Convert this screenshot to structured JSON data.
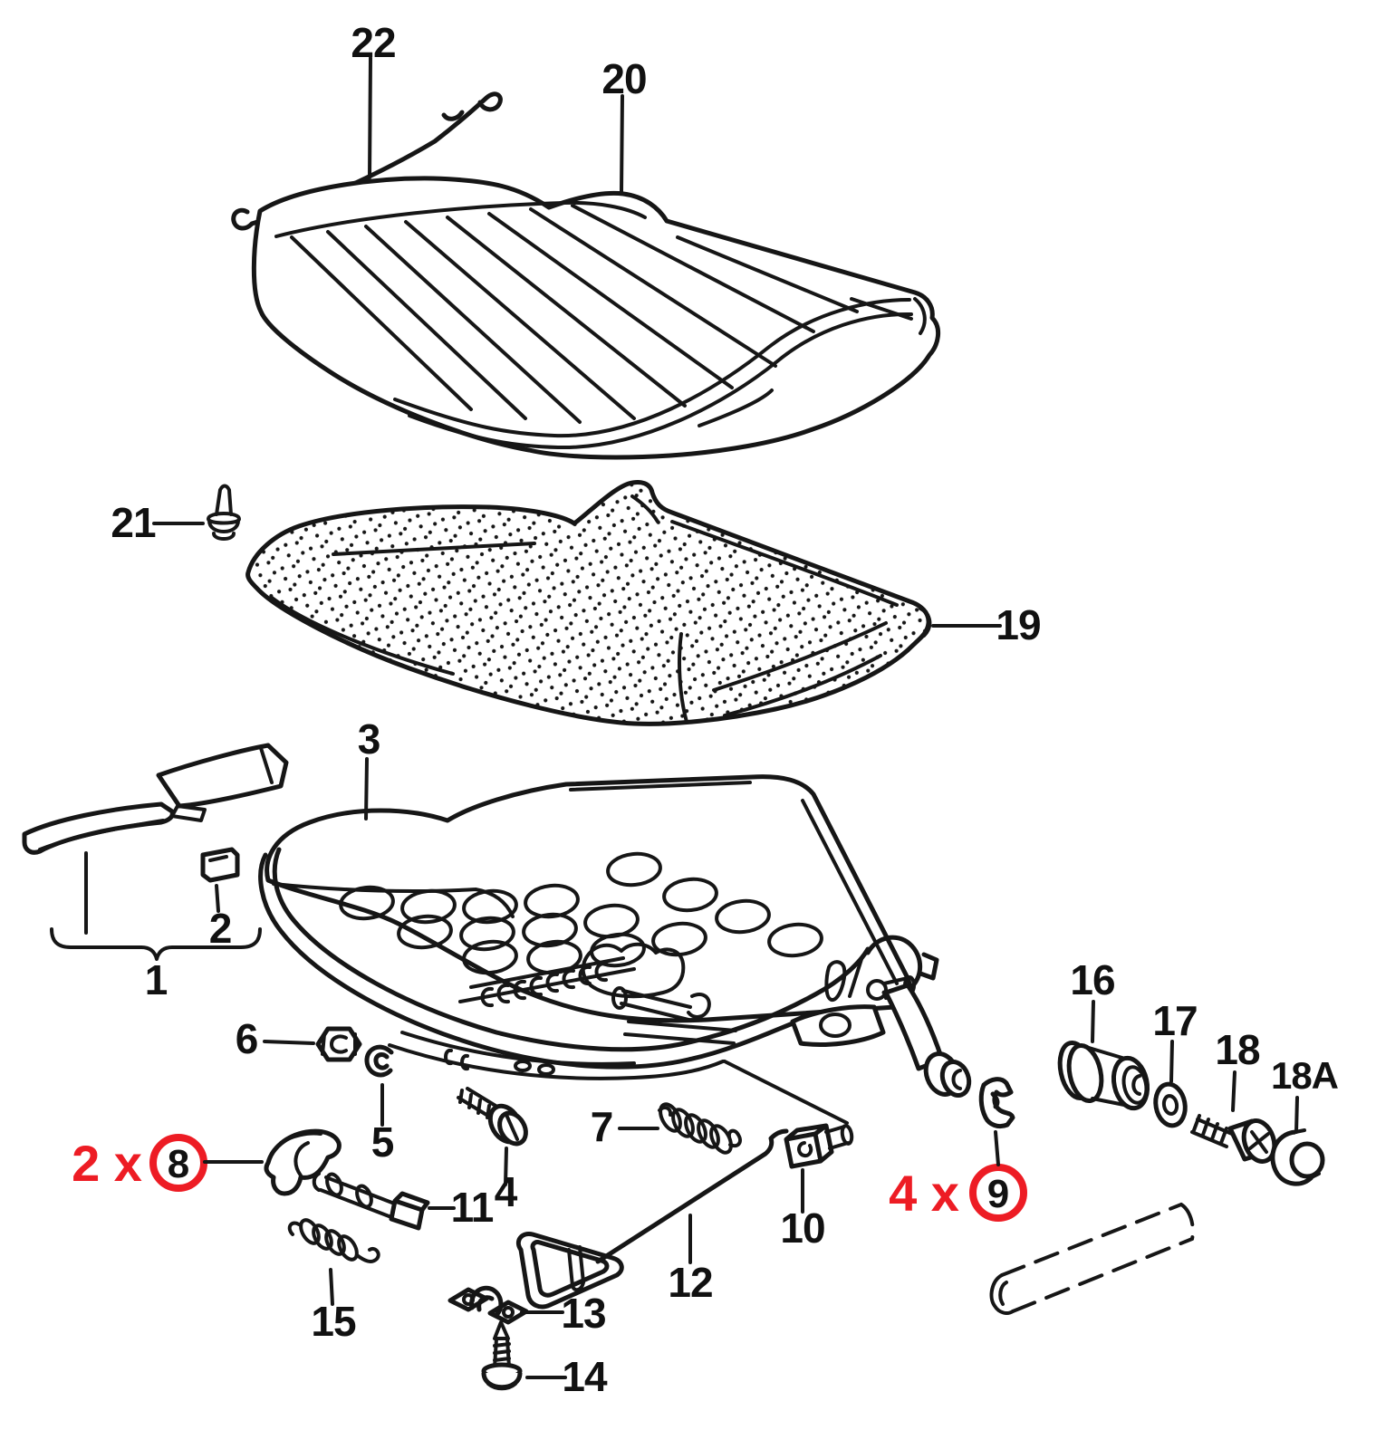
{
  "diagram": {
    "figure": "exploded-view parts diagram of a seat cushion assembly",
    "colors": {
      "background": "#ffffff",
      "line": "#161616",
      "highlight": "#ed1c24"
    },
    "callouts": {
      "c1": "1",
      "c2": "2",
      "c3": "3",
      "c4": "4",
      "c5": "5",
      "c6": "6",
      "c7": "7",
      "c8": "8",
      "c9": "9",
      "c10": "10",
      "c11": "11",
      "c12": "12",
      "c13": "13",
      "c14": "14",
      "c15": "15",
      "c16": "16",
      "c17": "17",
      "c18": "18",
      "c18a": "18A",
      "c19": "19",
      "c20": "20",
      "c21": "21",
      "c22": "22"
    },
    "quantities": {
      "left": {
        "count_label": "2 x",
        "part_label": "8"
      },
      "right": {
        "count_label": "4 x",
        "part_label": "9"
      }
    }
  }
}
